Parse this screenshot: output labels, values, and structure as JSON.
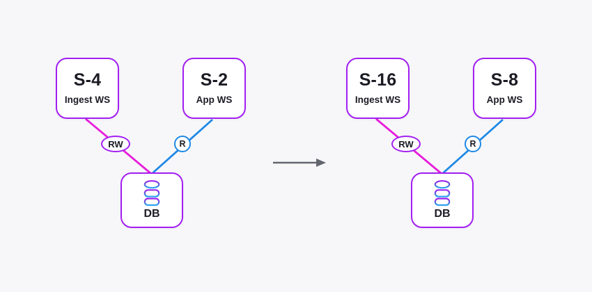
{
  "colors": {
    "background": "#f7f7f9",
    "node_border_purple": "#a31ef2",
    "write_edge_magenta": "#e81ddb",
    "read_edge_blue": "#1e88e5",
    "arrow_gray": "#63666f",
    "text_ink": "#1b1b24",
    "db_icon_gradient": [
      "#a020f0",
      "#6160d8",
      "#2aa7f2"
    ]
  },
  "icons": {
    "db": "database-cylinder-icon",
    "transition": "right-arrow-icon"
  },
  "diagrams": [
    {
      "id": "before",
      "ingest": {
        "title": "S-4",
        "subtitle": "Ingest WS"
      },
      "app": {
        "title": "S-2",
        "subtitle": "App WS"
      },
      "db": {
        "label": "DB"
      },
      "edges": {
        "write": "RW",
        "read": "R"
      }
    },
    {
      "id": "after",
      "ingest": {
        "title": "S-16",
        "subtitle": "Ingest WS"
      },
      "app": {
        "title": "S-8",
        "subtitle": "App WS"
      },
      "db": {
        "label": "DB"
      },
      "edges": {
        "write": "RW",
        "read": "R"
      }
    }
  ]
}
